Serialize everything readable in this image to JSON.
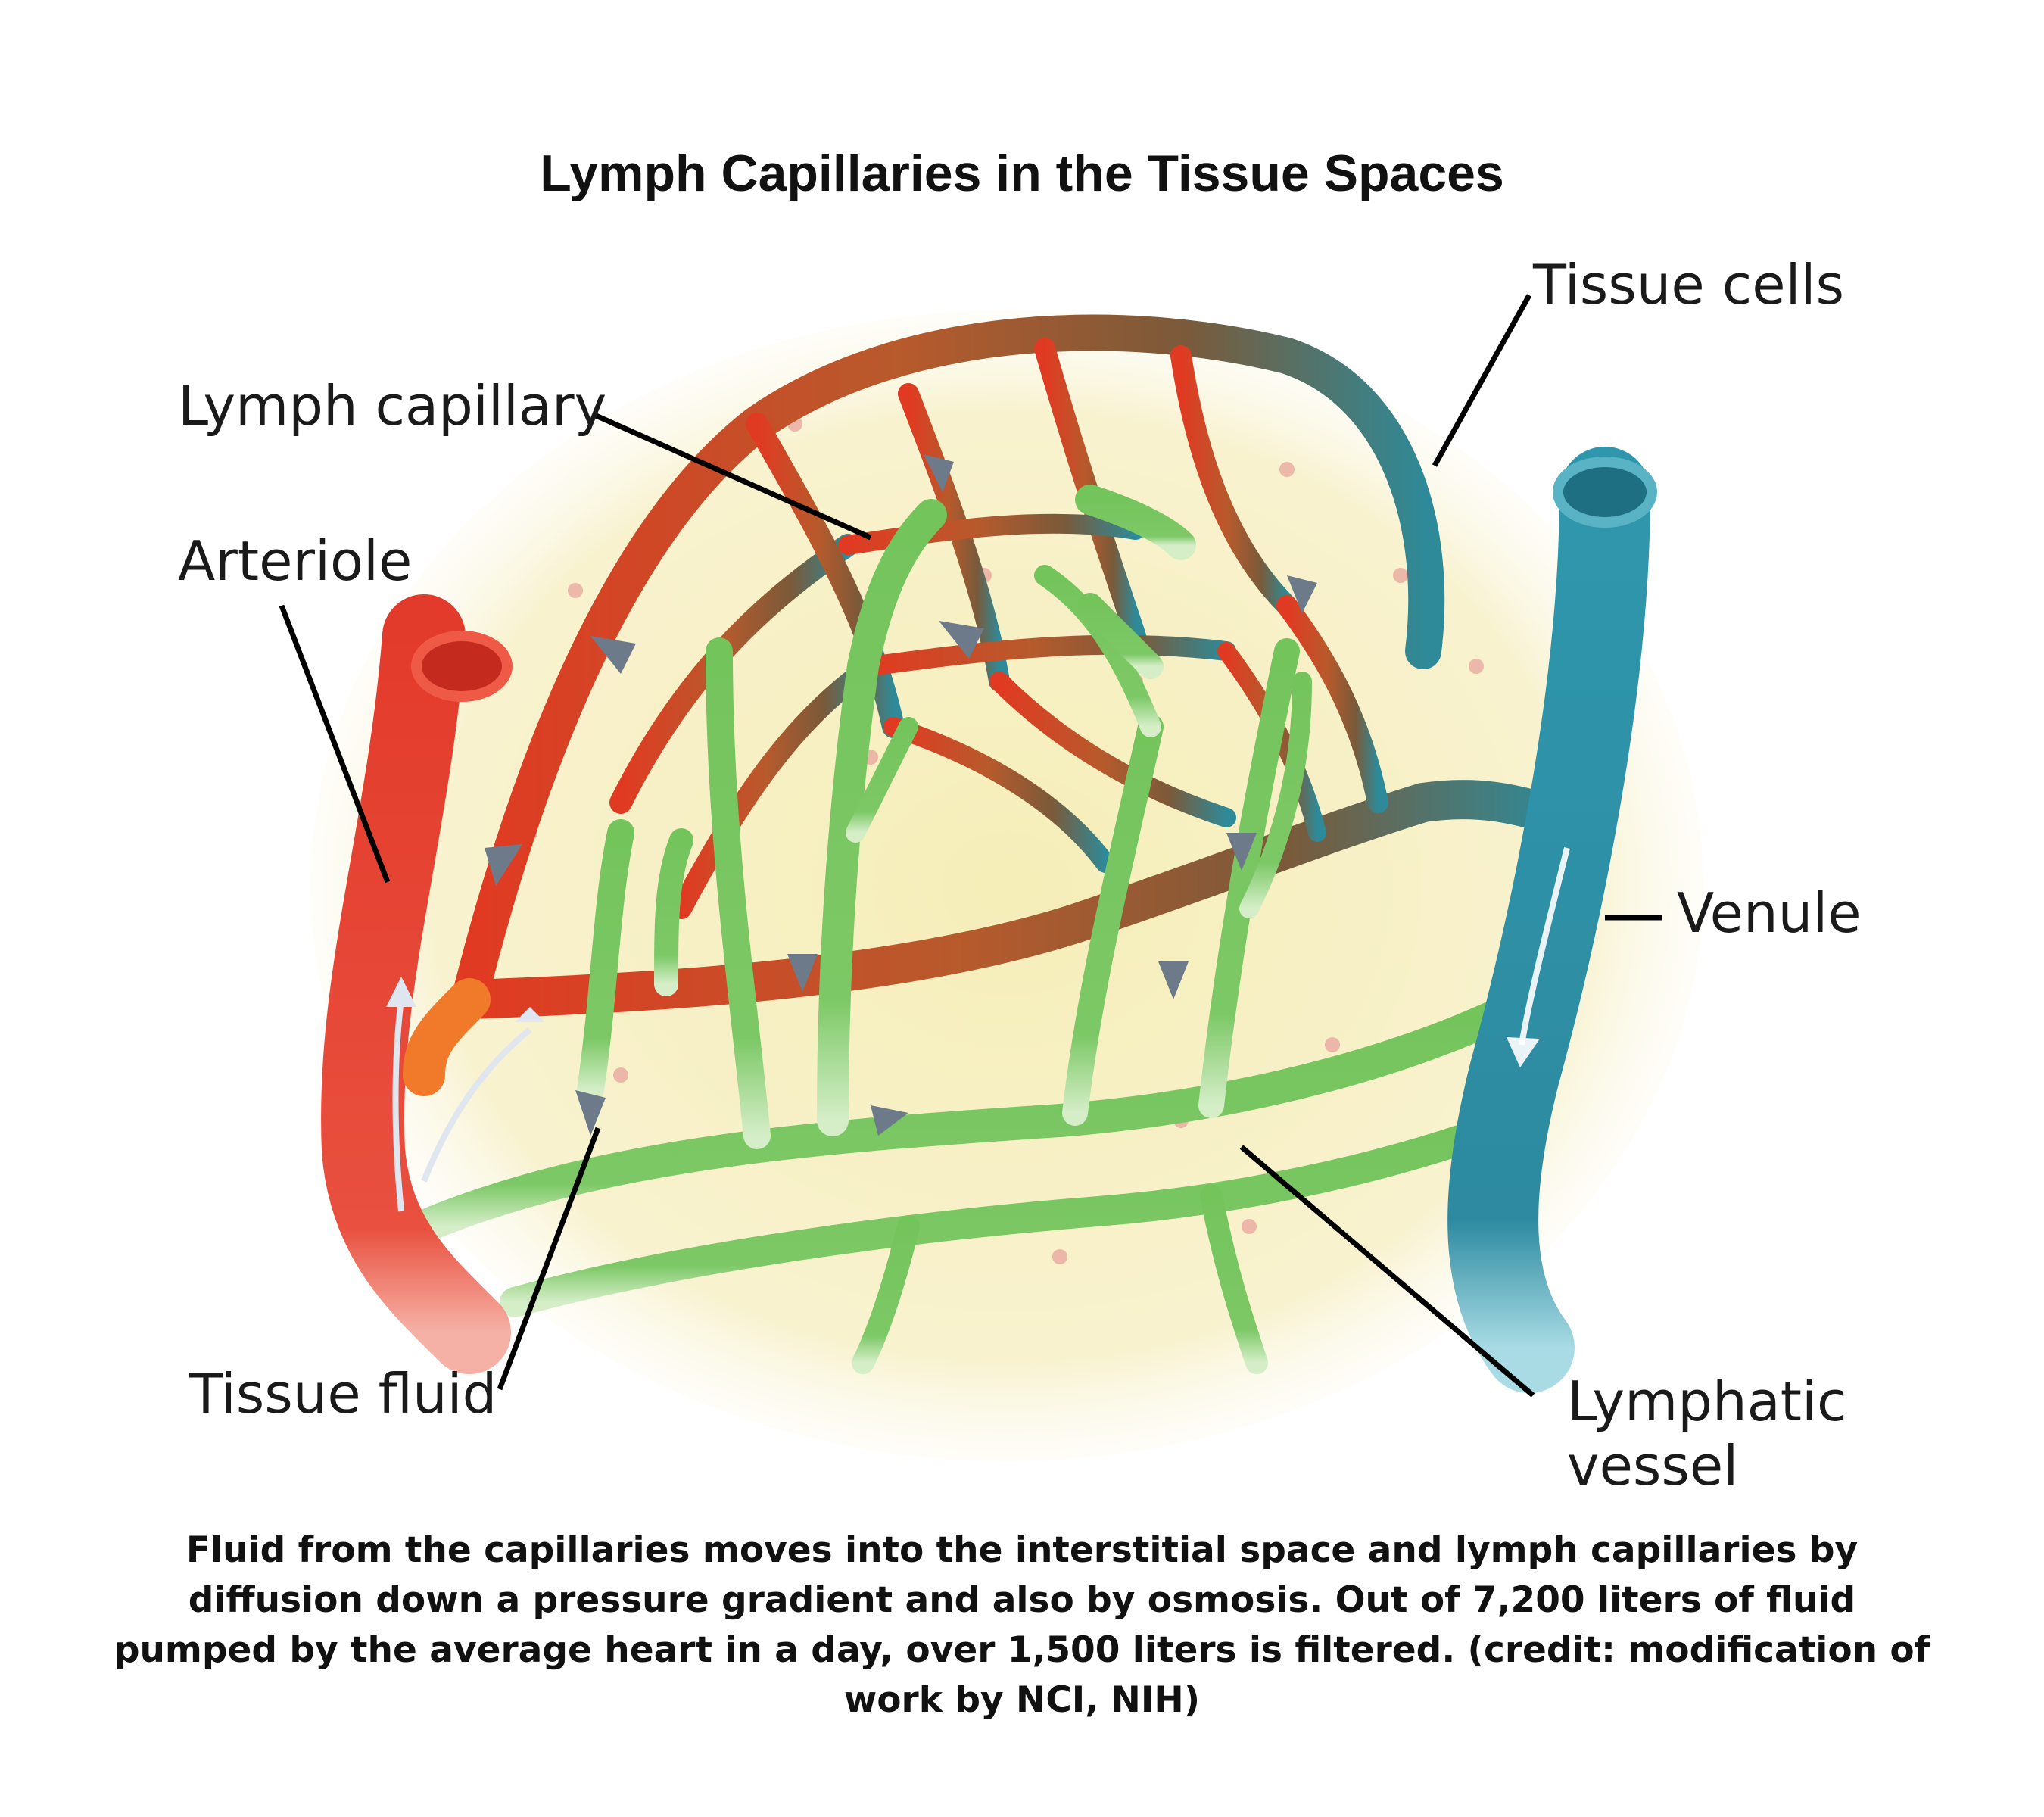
{
  "title": "Lymph Capillaries in the Tissue Spaces",
  "labels": {
    "tissue_cells": "Tissue cells",
    "lymph_capillary": "Lymph capillary",
    "arteriole": "Arteriole",
    "venule": "Venule",
    "tissue_fluid": "Tissue fluid",
    "lymphatic_vessel_line1": "Lymphatic",
    "lymphatic_vessel_line2": "vessel"
  },
  "caption": "Fluid from the capillaries moves into the interstitial space and lymph capillaries by diffusion down a pressure gradient and also by osmosis. Out of 7,200 liters of fluid pumped by the average heart in a day, over 1,500 liters is filtered. (credit: modification of work by NCI, NIH)",
  "colors": {
    "arteriole": "#e03a2a",
    "capillary_bed": "#a8502a",
    "venule": "#2b8fa6",
    "lymph": "#72c25a",
    "tissue": "#f7efc2",
    "flow_arrow": "#6d7a8a"
  }
}
